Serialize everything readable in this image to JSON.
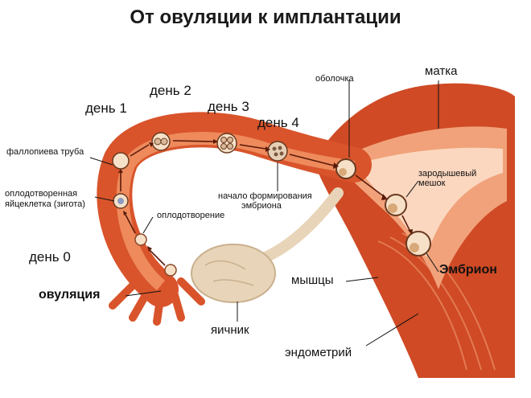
{
  "title": "От овуляции к имплантации",
  "labels": {
    "day0": "день 0",
    "day1": "день 1",
    "day2": "день 2",
    "day3": "день 3",
    "day4": "день 4",
    "fallopian_tube": "фаллопиева труба",
    "zygote_line1": "оплодотворенная",
    "zygote_line2": "яйцеклетка (зигота)",
    "fertilization": "оплодотворение",
    "ovulation": "овуляция",
    "ovary": "яичник",
    "muscles": "мышцы",
    "endometrium": "эндометрий",
    "embryo": "Эмбрион",
    "membrane": "оболочка",
    "uterus": "матка",
    "yolk_sac_line1": "зародышевый",
    "yolk_sac_line2": "мешок",
    "embryo_start_line1": "начало формирования",
    "embryo_start_line2": "эмбриона"
  },
  "colors": {
    "tube": "#d9542b",
    "tube_light": "#ee8a5c",
    "uterus_wall": "#cf4a25",
    "endometrium": "#f1a27a",
    "ovary": "#e8d4b8",
    "arrow": "#5a1a0a"
  }
}
